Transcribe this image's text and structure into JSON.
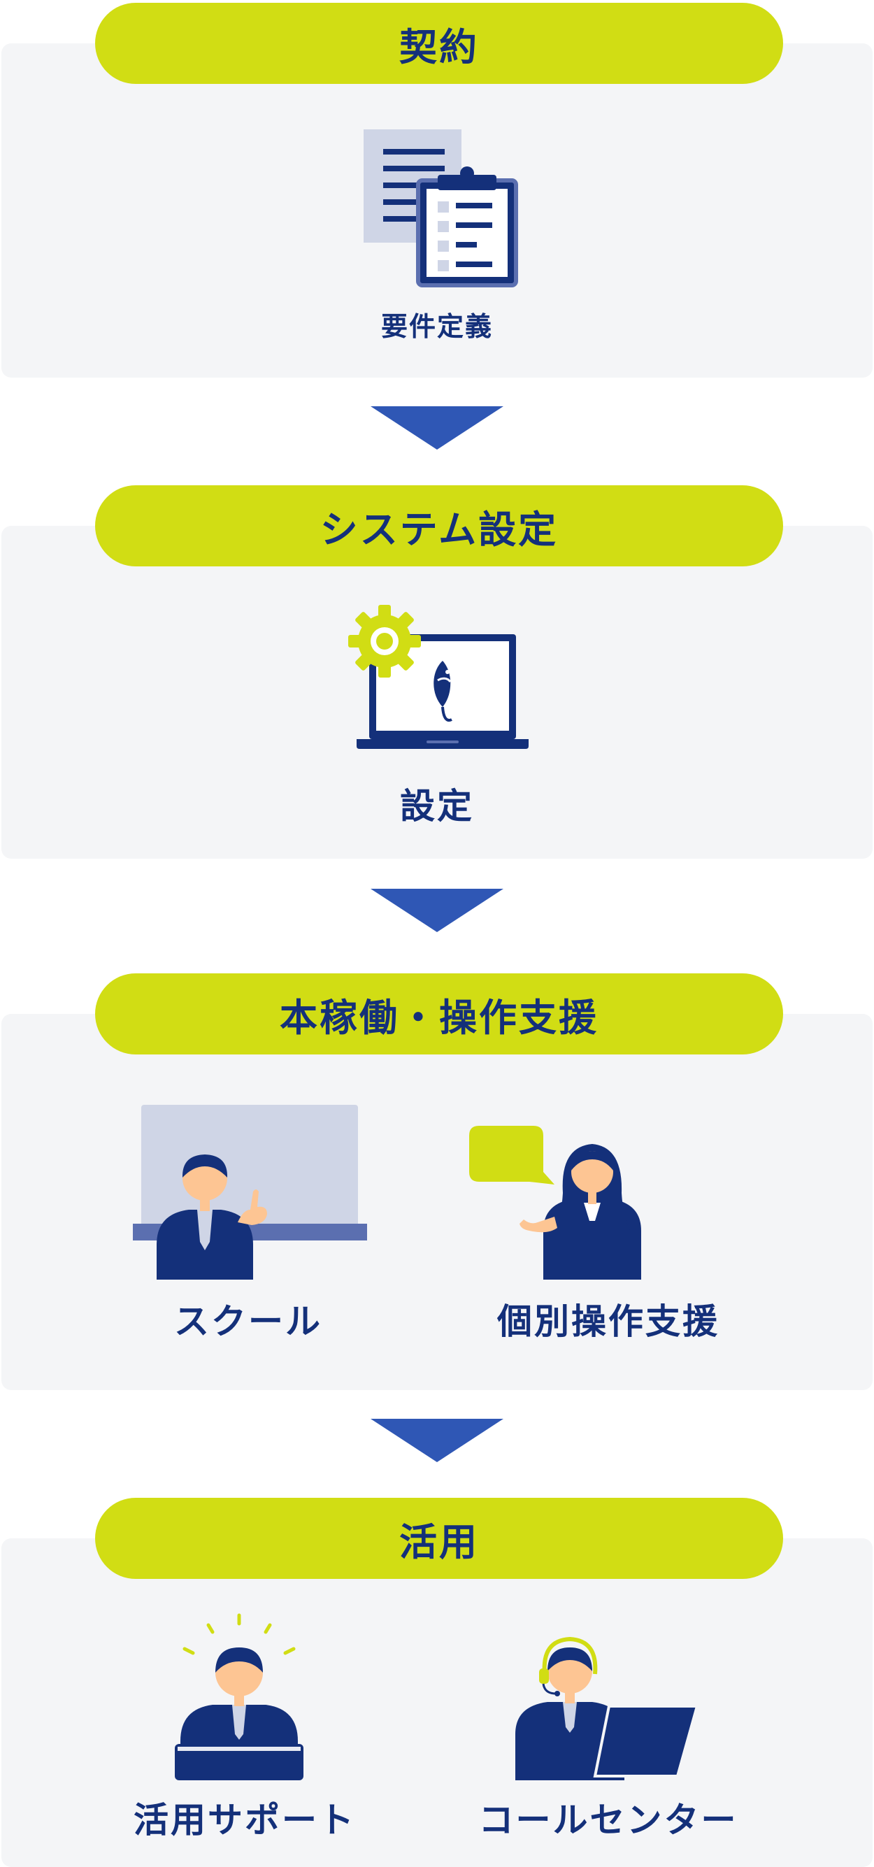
{
  "steps": [
    {
      "title": "契約",
      "items": [
        {
          "label": "要件定義",
          "icon": "clipboard-icon"
        }
      ]
    },
    {
      "title": "システム設定",
      "items": [
        {
          "label": "設定",
          "icon": "laptop-gear-icon"
        }
      ]
    },
    {
      "title": "本稼働・操作支援",
      "items": [
        {
          "label": "スクール",
          "icon": "instructor-whiteboard-icon"
        },
        {
          "label": "個別操作支援",
          "icon": "support-staff-speech-icon"
        }
      ]
    },
    {
      "title": "活用",
      "items": [
        {
          "label": "活用サポート",
          "icon": "idea-person-icon"
        },
        {
          "label": "コールセンター",
          "icon": "headset-operator-icon"
        }
      ]
    }
  ],
  "colors": {
    "navy": "#14307a",
    "lime": "#d1dd14",
    "arrow": "#2f57b5",
    "panel": "#f4f5f7",
    "skin": "#fdc593",
    "board": "#cfd5e6"
  }
}
